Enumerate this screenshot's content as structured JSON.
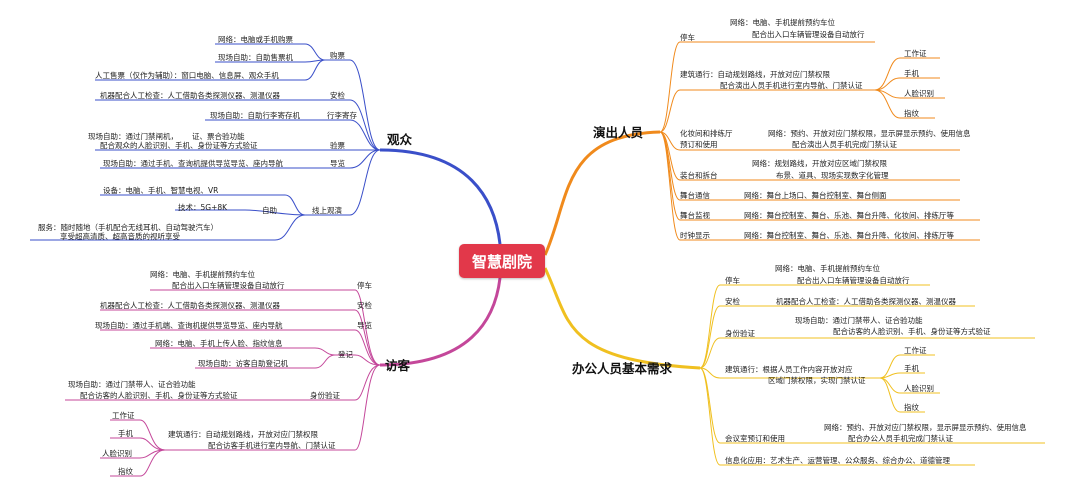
{
  "center": "智慧剧院",
  "branches": {
    "audience": "观众",
    "performers": "演出人员",
    "visitors": "访客",
    "office": "办公人员基本需求"
  },
  "audience": {
    "ticket": "购票",
    "ticket_items": [
      "网络：电脑或手机购票",
      "现场自助：自助售票机",
      "人工售票（仅作为辅助）：窗口电脑、信息屏、观众手机"
    ],
    "security": "安检",
    "security_item": "机器配合人工检查：人工借助各类探测仪器、测温仪器",
    "luggage": "行李寄存",
    "luggage_item": "现场自助：自助行李寄存机",
    "checkin": "验票",
    "checkin_item_1": "现场自助：通过门禁闸机，",
    "checkin_item_2": "配合观众的人脸识别、手机、身份证等方式验证",
    "checkin_item_3": "证、票合验功能",
    "guide": "导览",
    "guide_item": "现场自助：通过手机、查询机提供导览导览、座内导航",
    "online": "线上观演",
    "auto": "自助",
    "device": "设备：电脑、手机、智慧电视、VR",
    "tech": "技术：5G+8K",
    "service_1": "服务：随时随地（手机配合无线耳机、自动驾驶汽车）",
    "service_2": "享受超高清质、超高音质的视听享受"
  },
  "performers": {
    "parking": "停车",
    "parking_1": "网络：电脑、手机提前预约车位",
    "parking_2": "配合出入口车辆管理设备自动放行",
    "access": "建筑通行：自动规划路线，开放对应门禁权限",
    "access_2": "配合演出人员手机进行室内导航、门禁认证",
    "id_items": [
      "工作证",
      "手机",
      "人脸识别",
      "指纹"
    ],
    "dressing_1": "化妆间和排练厅",
    "dressing_2": "预订和使用",
    "dressing_3": "网络：预约、开放对应门禁权限，显示屏显示预约、使用信息",
    "dressing_4": "配合演出人员手机完成门禁认证",
    "stage": "装台和拆台",
    "stage_1": "网络：规划路线，开放对应区域门禁权限",
    "stage_2": "布景、道具、现场实现数字化管理",
    "comm": "舞台通信",
    "comm_1": "网络：舞台上场口、舞台控制室、舞台侧面",
    "monitor": "舞台监视",
    "monitor_1": "网络：舞台控制室、舞台、乐池、舞台升降、化妆间、排练厅等",
    "clock": "时钟显示",
    "clock_1": "网络：舞台控制室、舞台、乐池、舞台升降、化妆间、排练厅等"
  },
  "visitors": {
    "parking": "停车",
    "parking_1": "网络：电脑、手机提前预约车位",
    "parking_2": "配合出入口车辆管理设备自动放行",
    "security": "安检",
    "security_1": "机器配合人工检查：人工借助各类探测仪器、测温仪器",
    "guide": "导览",
    "guide_1": "现场自助：通过手机端、查询机提供导览导览、座内导航",
    "register": "登记",
    "register_1": "网络：电脑、手机上传人脸、指纹信息",
    "register_2": "现场自助：访客自助登记机",
    "verify": "身份验证",
    "verify_1": "现场自助：通过门禁带人、证合验功能",
    "verify_2": "配合访客的人脸识别、手机、身份证等方式验证",
    "access_1": "建筑通行：自动规划路线，开放对应门禁权限",
    "access_2": "配合访客手机进行室内导航、门禁认证",
    "id_items": [
      "工作证",
      "手机",
      "人脸识别",
      "指纹"
    ]
  },
  "office": {
    "parking": "停车",
    "parking_1": "网络：电脑、手机提前预约车位",
    "parking_2": "配合出入口车辆管理设备自动放行",
    "security": "安检",
    "security_1": "机器配合人工检查：人工借助各类探测仪器、测温仪器",
    "verify": "身份验证",
    "verify_1": "现场自助：通过门禁带人、证合验功能",
    "verify_2": "配合访客的人脸识别、手机、身份证等方式验证",
    "access_1": "建筑通行：根据人员工作内容开放对应",
    "access_2": "区域门禁权限，实现门禁认证",
    "id_items": [
      "工作证",
      "手机",
      "人脸识别",
      "指纹"
    ],
    "meeting": "会议室预订和使用",
    "meeting_1": "网络：预约、开放对应门禁权限，显示屏显示预约、使用信息",
    "meeting_2": "配合办公人员手机完成门禁认证",
    "info": "信息化应用：艺术生产、运营管理、公众服务、综合办公、道德管理"
  },
  "colors": {
    "center": "#e2384a",
    "audience": "#3a4fc9",
    "performers": "#f08a1c",
    "visitors": "#c4479a",
    "office": "#f0c020"
  }
}
